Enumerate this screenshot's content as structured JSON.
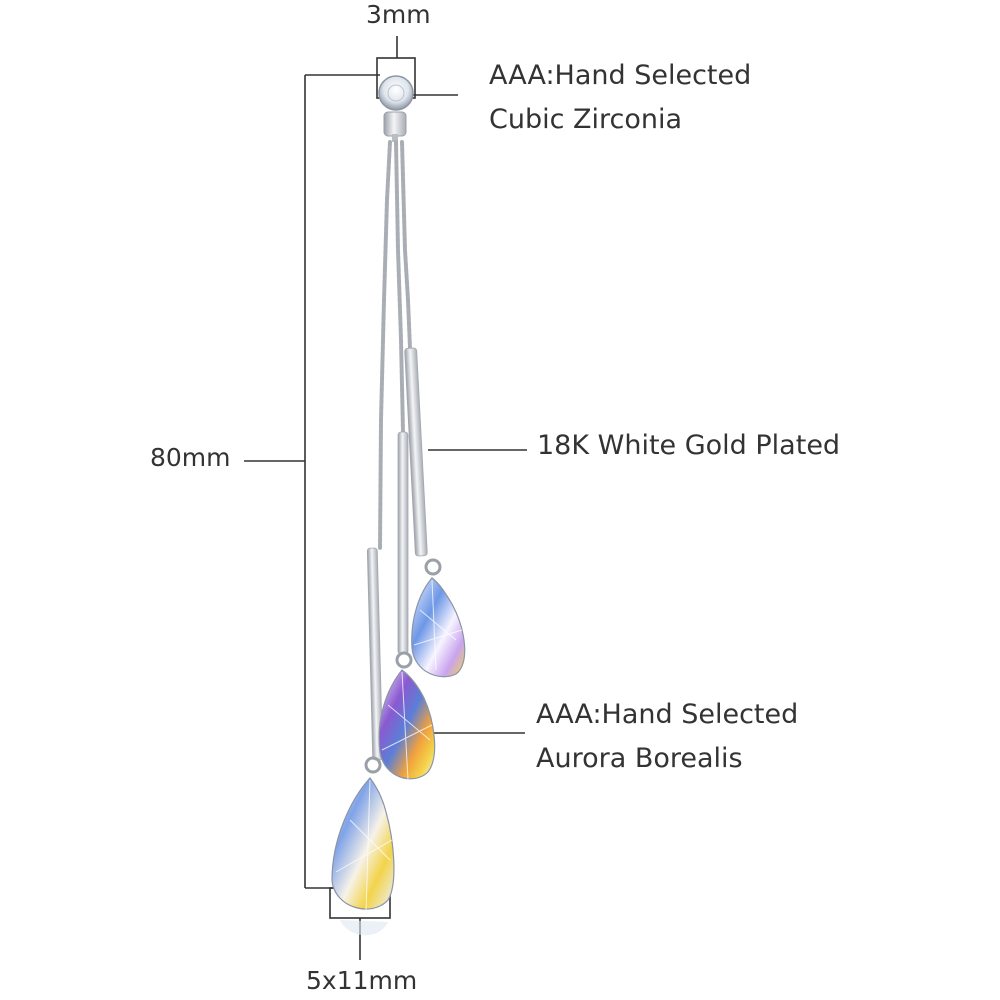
{
  "dimensions": {
    "stone_size": "3mm",
    "total_length": "80mm",
    "drop_size": "5x11mm"
  },
  "callouts": {
    "cubic_zirconia": [
      "AAA:Hand Selected",
      "Cubic Zirconia"
    ],
    "plating": "18K White Gold Plated",
    "aurora_borealis": [
      "AAA:Hand Selected",
      "Aurora Borealis"
    ]
  },
  "colors": {
    "line": "#333333",
    "metal": "#c9ccd1",
    "metal_highlight": "#f4f5f7",
    "crystal_blue": "#5b7fd6",
    "crystal_violet": "#8a5ad0",
    "crystal_orange": "#f2a23c",
    "crystal_yellow": "#f3d34a"
  }
}
